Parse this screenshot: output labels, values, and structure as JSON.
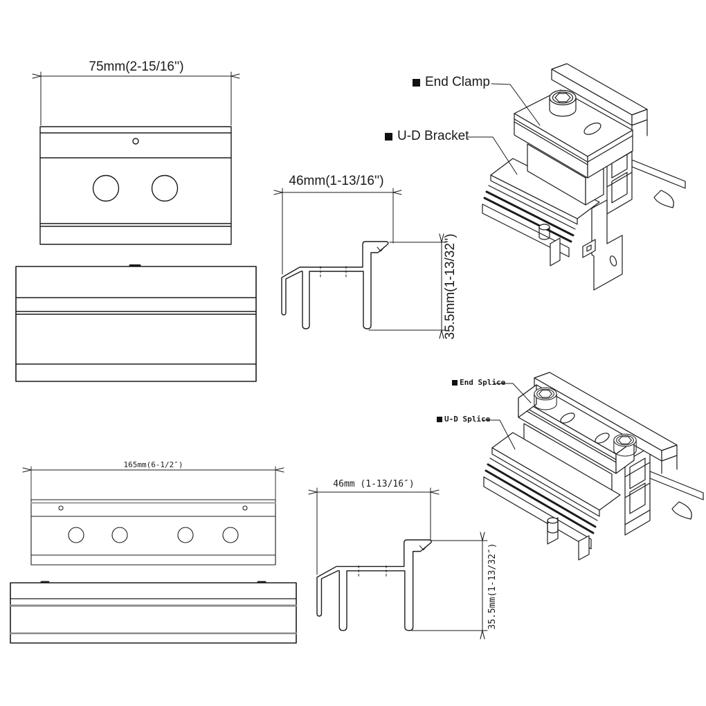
{
  "drawing": {
    "bg_color": "#ffffff",
    "line_color": "#1a1a1a",
    "bullet_icon": "black-square",
    "top_unit": {
      "front_view": {
        "width_dim": "75mm(2-15/16'')"
      },
      "profile_view": {
        "width_dim": "46mm(1-13/16'')",
        "height_dim": "35.5mm(1-13/32'')"
      },
      "assembly_labels": {
        "end_clamp": "End Clamp",
        "ud_bracket": "U-D Bracket"
      }
    },
    "bottom_unit": {
      "front_view": {
        "width_dim": "165mm(6-1/2″)"
      },
      "profile_view": {
        "width_dim": "46mm (1-13/16″)",
        "height_dim": "35.5mm(1-13/32″)"
      },
      "assembly_labels": {
        "end_splice": "End Splice",
        "ud_splice": "U-D Splice"
      }
    }
  }
}
